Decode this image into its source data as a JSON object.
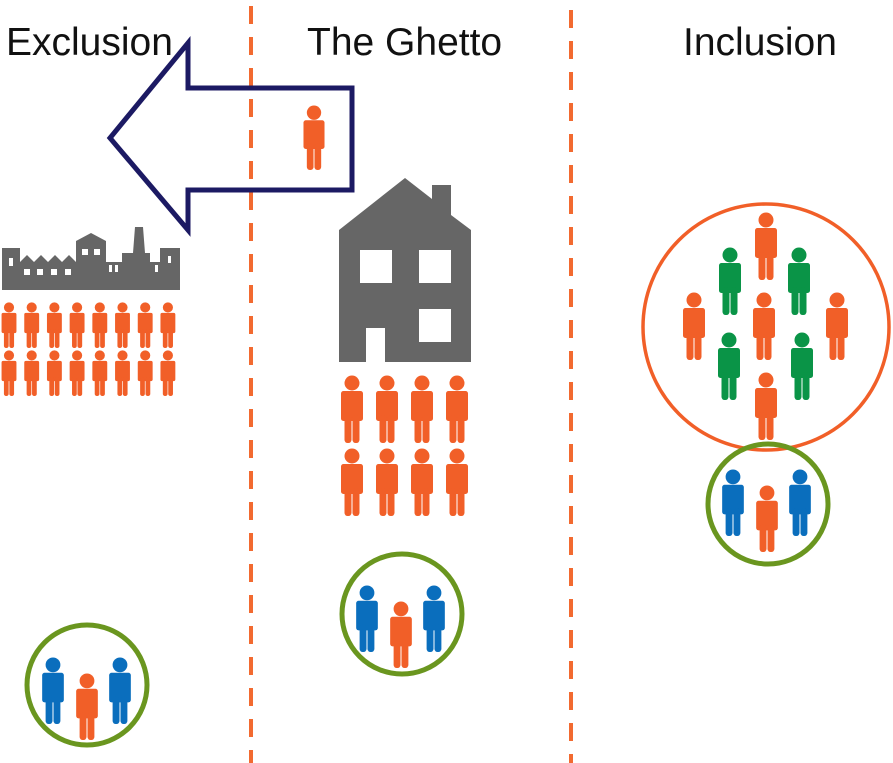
{
  "colors": {
    "divider": "#f26a30",
    "arrow": "#1c1a63",
    "building": "#666666",
    "orange_person": "#f15f28",
    "blue_person": "#0a6ebd",
    "green_person": "#0a9447",
    "inclusion_circle": "#f15f28",
    "group_circle": "#6a961f"
  },
  "columns": [
    {
      "id": "exclusion",
      "title": "Exclusion"
    },
    {
      "id": "ghetto",
      "title": "The Ghetto"
    },
    {
      "id": "inclusion",
      "title": "Inclusion"
    }
  ],
  "exclusion": {
    "building": "factory-icon",
    "crowd": {
      "rows": 2,
      "per_row": 8,
      "color": "orange"
    },
    "support_group": [
      "blue",
      "orange",
      "blue"
    ]
  },
  "arrow": {
    "direction": "left",
    "label": "moving-from-ghetto-to-exclusion",
    "passenger": "orange"
  },
  "ghetto": {
    "building": "house-icon",
    "crowd": {
      "rows": 2,
      "per_row": 4,
      "color": "orange"
    },
    "support_group": [
      "blue",
      "orange",
      "blue"
    ]
  },
  "inclusion": {
    "mixed_group": [
      "orange",
      "green",
      "green",
      "orange",
      "orange",
      "orange",
      "green",
      "green",
      "orange"
    ],
    "support_group": [
      "blue",
      "orange",
      "blue"
    ]
  }
}
